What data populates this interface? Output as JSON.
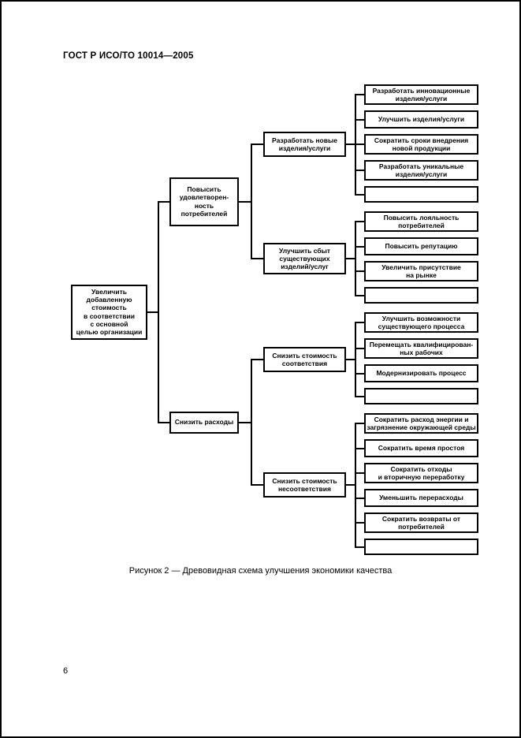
{
  "page": {
    "header": "ГОСТ Р ИСО/ТО 10014—2005",
    "caption": "Рисунок 2 — Древовидная схема улучшения экономики качества",
    "page_number": "6",
    "ink_color": "#000000",
    "paper_color": "#ffffff"
  },
  "tree": {
    "root": {
      "lines": [
        "Увеличить",
        "добавленную",
        "стоимость",
        "в соответствии",
        "с основной",
        "целью организации"
      ],
      "children": [
        {
          "lines": [
            "Повысить",
            "удовлетворен-",
            "ность",
            "потребителей"
          ],
          "children": [
            {
              "lines": [
                "Разработать новые",
                "изделия/услуги"
              ],
              "children": [
                {
                  "lines": [
                    "Разработать инновационные",
                    "изделия/услуги"
                  ]
                },
                {
                  "lines": [
                    "Улучшить изделия/услуги"
                  ]
                },
                {
                  "lines": [
                    "Сократить сроки внедрения",
                    "новой продукции"
                  ]
                },
                {
                  "lines": [
                    "Разработать уникальные",
                    "изделия/услуги"
                  ]
                },
                {
                  "lines": []
                }
              ]
            },
            {
              "lines": [
                "Улучшить сбыт",
                "существующих",
                "изделий/услуг"
              ],
              "children": [
                {
                  "lines": [
                    "Повысить лояльность",
                    "потребителей"
                  ]
                },
                {
                  "lines": [
                    "Повысить репутацию"
                  ]
                },
                {
                  "lines": [
                    "Увеличить присутствие",
                    "на рынке"
                  ]
                },
                {
                  "lines": []
                }
              ]
            }
          ]
        },
        {
          "lines": [
            "Снизить расходы"
          ],
          "children": [
            {
              "lines": [
                "Снизить стоимость",
                "соответствия"
              ],
              "children": [
                {
                  "lines": [
                    "Улучшить возможности",
                    "существующего процесса"
                  ]
                },
                {
                  "lines": [
                    "Перемещать квалифицирован-",
                    "ных рабочих"
                  ]
                },
                {
                  "lines": [
                    "Модернизировать процесс"
                  ]
                },
                {
                  "lines": []
                }
              ]
            },
            {
              "lines": [
                "Снизить стоимость",
                "несоответствия"
              ],
              "children": [
                {
                  "lines": [
                    "Сократить расход энергии и",
                    "загрязнение окружающей среды"
                  ]
                },
                {
                  "lines": [
                    "Сократить время простоя"
                  ]
                },
                {
                  "lines": [
                    "Сократить отходы",
                    "и вторичную переработку"
                  ]
                },
                {
                  "lines": [
                    "Уменьшить перерасходы"
                  ]
                },
                {
                  "lines": [
                    "Сократить возвраты от",
                    "потребителей"
                  ]
                },
                {
                  "lines": []
                }
              ]
            }
          ]
        }
      ]
    }
  }
}
